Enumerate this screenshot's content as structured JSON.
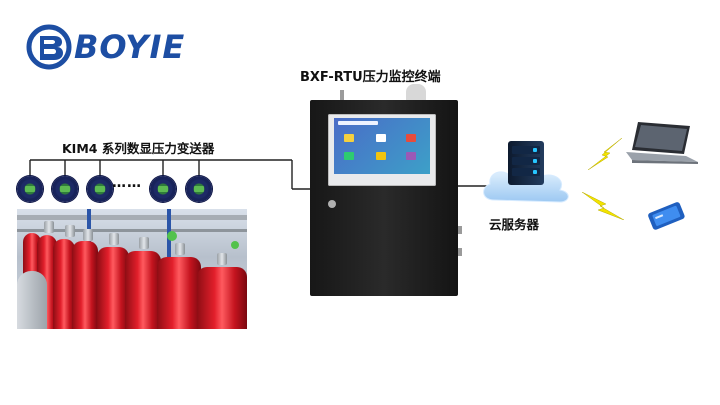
{
  "logo": {
    "text": "BOYIE"
  },
  "labels": {
    "rtu_title": "BXF-RTU压力监控终端",
    "sensor_title": "KIM4 系列数显压力变送器",
    "cloud_title": "云服务器",
    "ellipsis": "……"
  },
  "colors": {
    "brand_blue": "#1d4ea3",
    "cylinder_red": "#e21f2b",
    "bolt_yellow": "#f3e300"
  },
  "icons": {
    "server": "server-icon",
    "cloud": "cloud-icon",
    "laptop": "laptop-icon",
    "phone": "phone-icon",
    "bolt": "lightning-icon"
  }
}
